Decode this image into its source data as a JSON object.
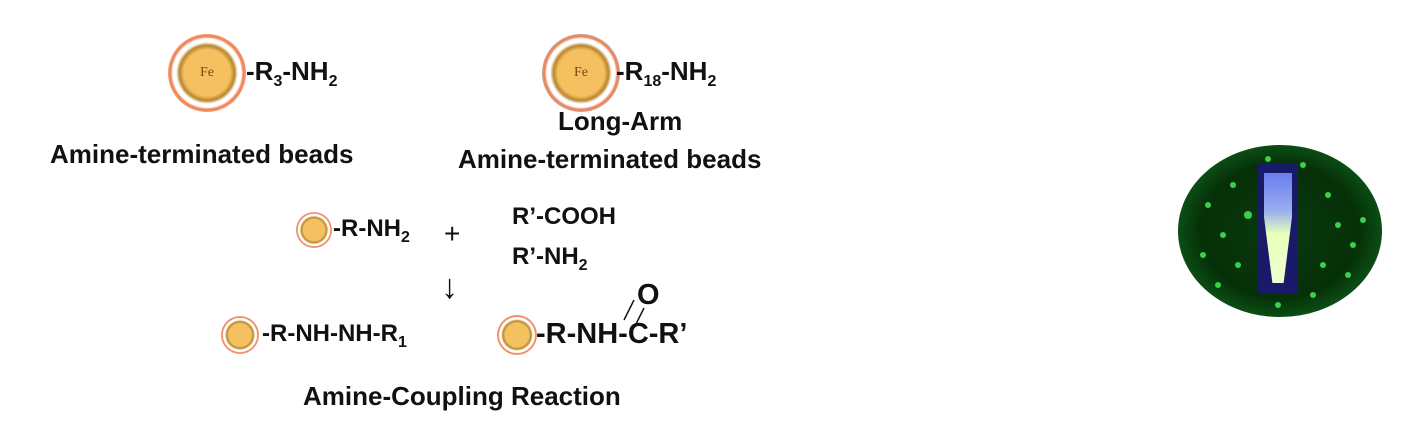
{
  "beads": {
    "short": {
      "label": "Fe",
      "formula": {
        "pre": "-R",
        "sub1": "3",
        "mid": "-NH",
        "sub2": "2"
      },
      "caption": "Amine-terminated beads"
    },
    "long": {
      "label": "Fe",
      "formula": {
        "pre": "-R",
        "sub1": "18",
        "mid": "-NH",
        "sub2": "2"
      },
      "caption_line1": "Long-Arm",
      "caption_line2": "Amine-terminated beads"
    }
  },
  "reaction": {
    "reactant": {
      "pre": "-R-NH",
      "sub": "2"
    },
    "plus": "+",
    "reagent1": "R’-COOH",
    "reagent2": {
      "pre": "R’-NH",
      "sub": "2"
    },
    "arrow": "↓",
    "product1": {
      "pre": "-R-NH-NH-R",
      "sub": "1"
    },
    "product2": {
      "left": "-R-NH-",
      "c": "C",
      "right": "-R’",
      "oxygen": "O"
    },
    "caption": "Amine-Coupling Reaction"
  }
}
